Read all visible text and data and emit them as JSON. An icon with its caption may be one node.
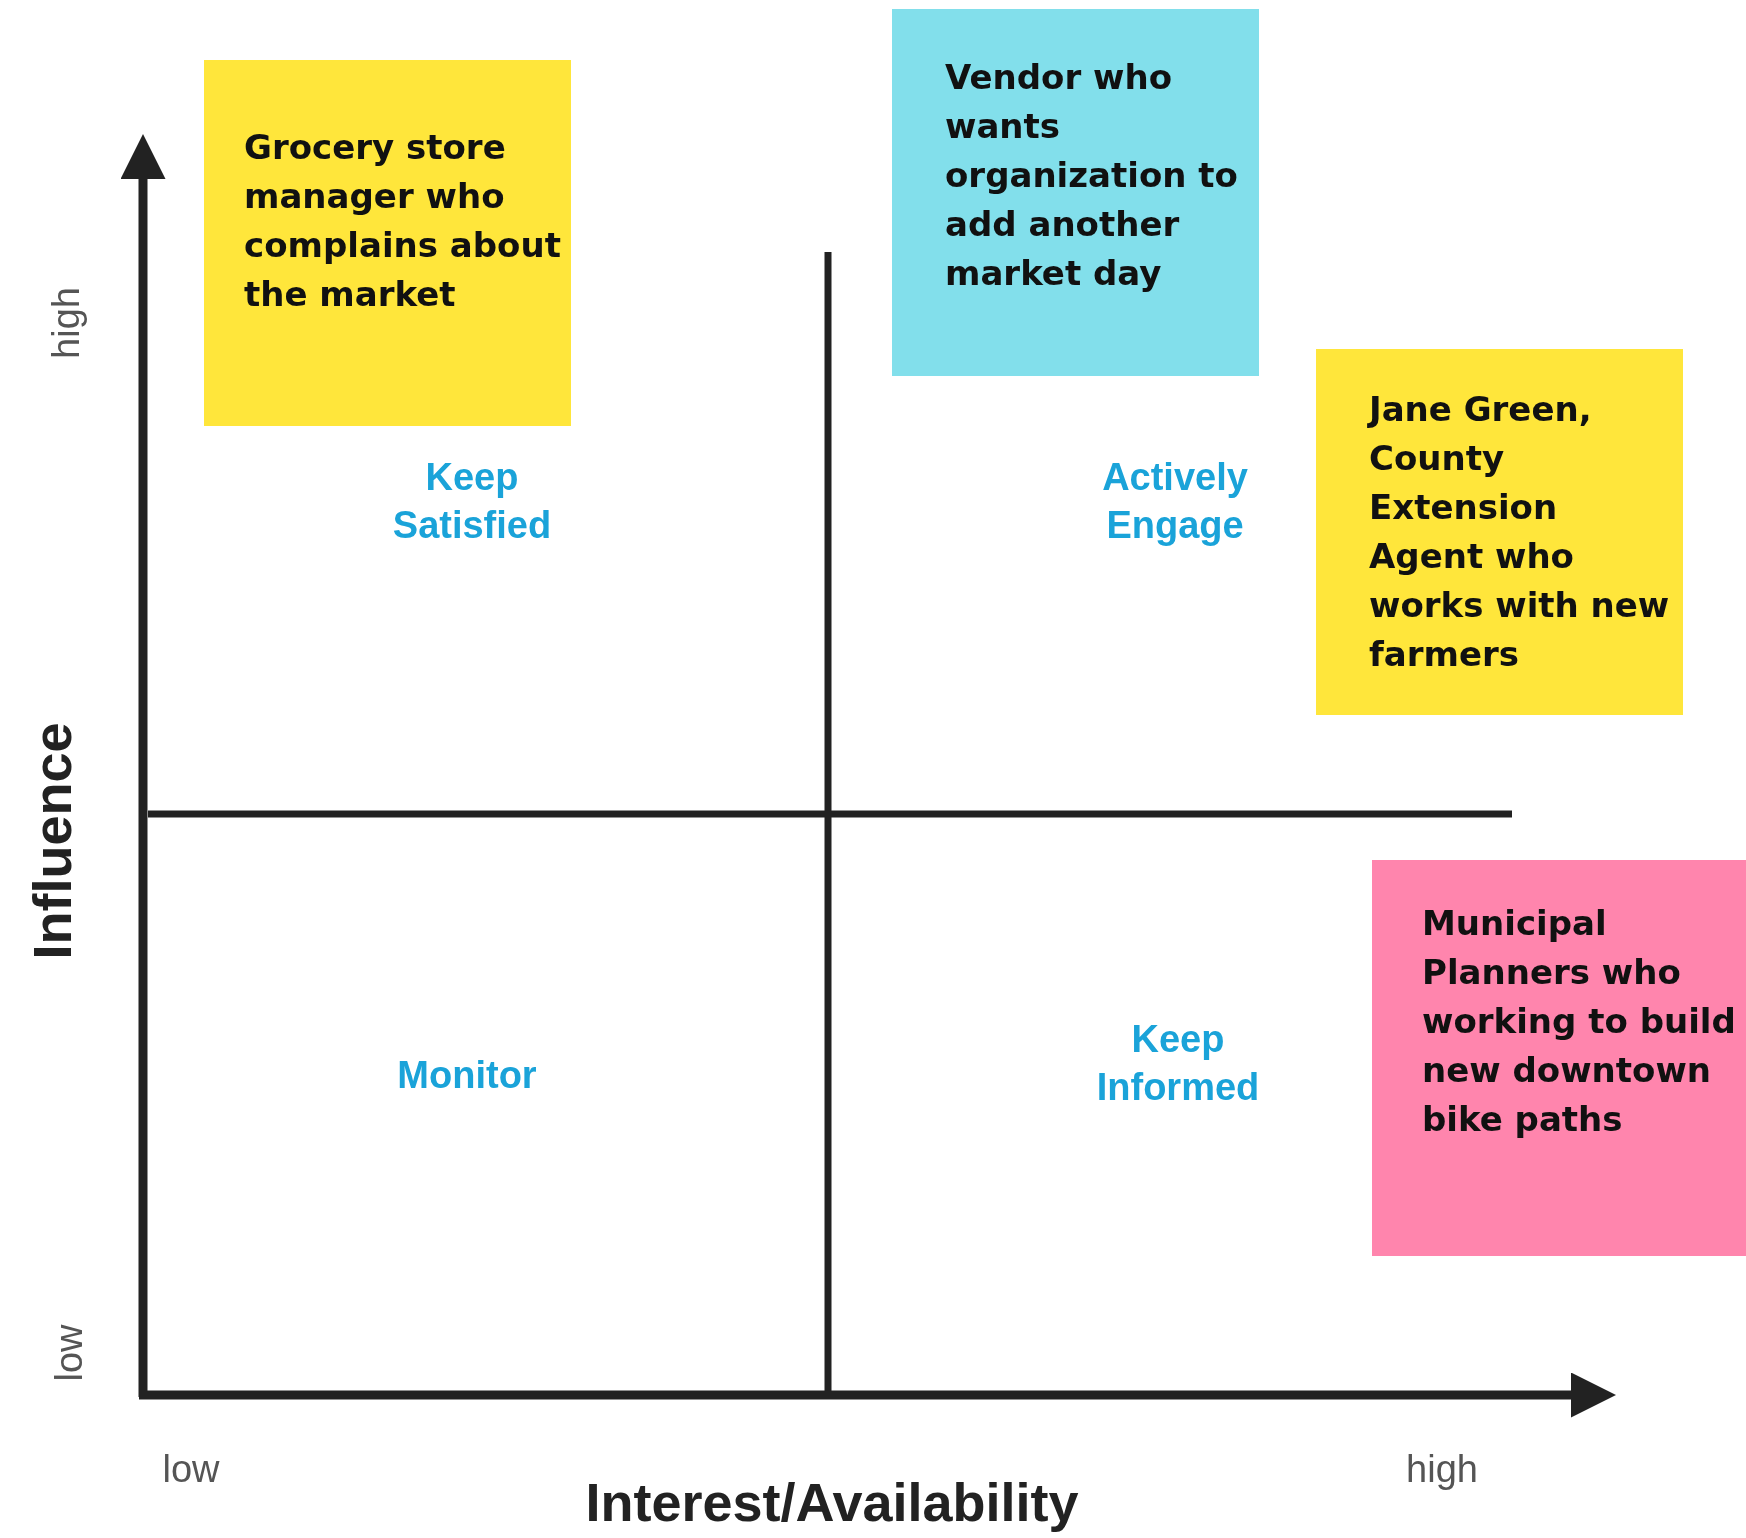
{
  "diagram": {
    "nodes": [
      {
        "text": [
          "Grocery store manager who complains about the market"
        ]
      },
      {
        "text": [
          "Vendor who wants organization to add another market day"
        ]
      },
      {
        "text": [
          "Jane Green, County Extension Agent who works with new farmers"
        ]
      },
      {
        "text": [
          "Municipal Planners who working to build new downtown bike paths"
        ]
      }
    ],
    "labels": [
      "high",
      "Keep Satisfied",
      "Actively Engage",
      "Influence",
      "Monitor",
      "Keep Informed",
      "low",
      "low",
      "high",
      "Interest/Availability"
    ]
  }
}
